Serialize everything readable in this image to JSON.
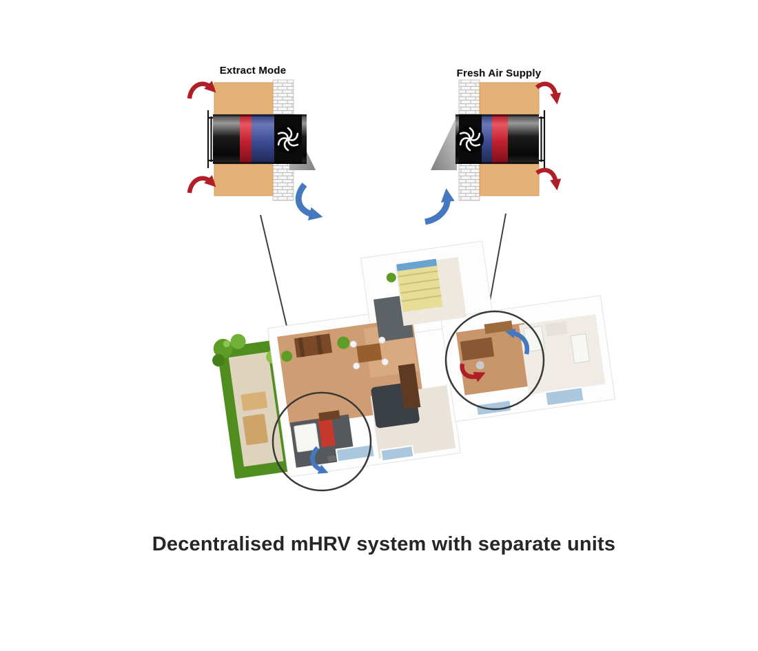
{
  "units": {
    "extract": {
      "label": "Extract Mode",
      "icons": {
        "inflow_top": "red-curved-arrow-icon",
        "inflow_bottom": "red-curved-arrow-icon",
        "fan": "fan-swirl-icon",
        "duct_to_house": "blue-curved-arrow-icon"
      }
    },
    "fresh": {
      "label": "Fresh Air Supply",
      "icons": {
        "outflow_top": "red-curved-arrow-icon",
        "outflow_bottom": "red-curved-arrow-icon",
        "fan": "fan-swirl-icon",
        "duct_from_house": "blue-curved-arrow-icon"
      }
    }
  },
  "floor_plan": {
    "markers": {
      "extract_location": "circle-highlight",
      "supply_location": "circle-highlight",
      "extract_flow": "blue-curved-arrow-icon",
      "supply_flow_blue": "blue-curved-arrow-icon",
      "supply_flow_red": "red-curved-arrow-icon"
    }
  },
  "caption": {
    "text": "Decentralised mHRV system with separate units"
  },
  "colors": {
    "wall_block_tan": "#e4b177",
    "exchanger_red": "#c0202f",
    "exchanger_blue": "#3c4c94",
    "duct_dark": "#141414",
    "airflow_red": "#b01f27",
    "airflow_blue": "#4678c0",
    "grass_green": "#4f8d1e",
    "tree_green": "#5d9d25",
    "floor_terracotta": "#cf9d74",
    "caption_text": "#262626"
  }
}
